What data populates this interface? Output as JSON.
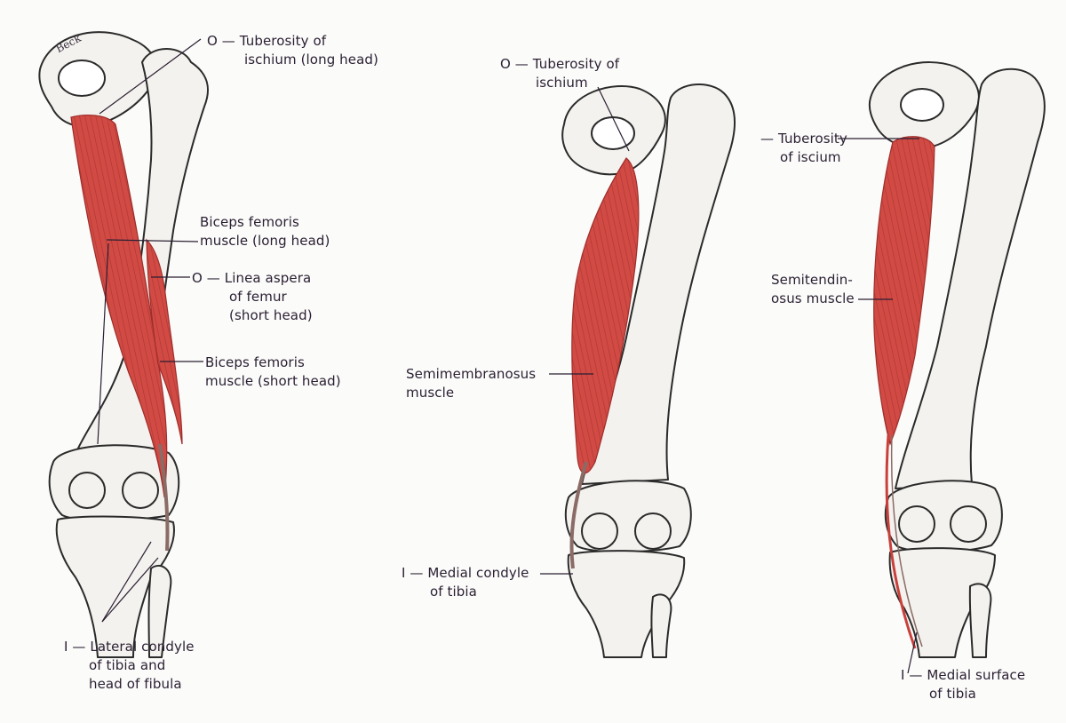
{
  "colors": {
    "muscle": "#d24a44",
    "muscle_dark": "#9e2e2b",
    "bone": "#f4f2ee",
    "bone_outline": "#2b2b2b",
    "label": "#2a1f33"
  },
  "signature": "Beck",
  "figure_left": {
    "origin_ischium": [
      "O — Tuberosity of",
      "ischium (long head)"
    ],
    "biceps_long": [
      "Biceps femoris",
      "muscle (long head)"
    ],
    "origin_linea": [
      "O — Linea aspera",
      "of femur",
      "(short head)"
    ],
    "biceps_short": [
      "Biceps femoris",
      "muscle (short head)"
    ],
    "insertion": [
      "I — Lateral condyle",
      "of tibia and",
      "head of fibula"
    ]
  },
  "figure_middle": {
    "origin": [
      "O — Tuberosity of",
      "ischium"
    ],
    "muscle": [
      "Semimembranosus",
      "muscle"
    ],
    "insertion": [
      "I — Medial condyle",
      "of tibia"
    ]
  },
  "figure_right": {
    "origin": [
      "— Tuberosity",
      "of iscium"
    ],
    "muscle": [
      "Semitendin-",
      "osus muscle"
    ],
    "insertion": [
      "I — Medial surface",
      "of tibia"
    ]
  }
}
